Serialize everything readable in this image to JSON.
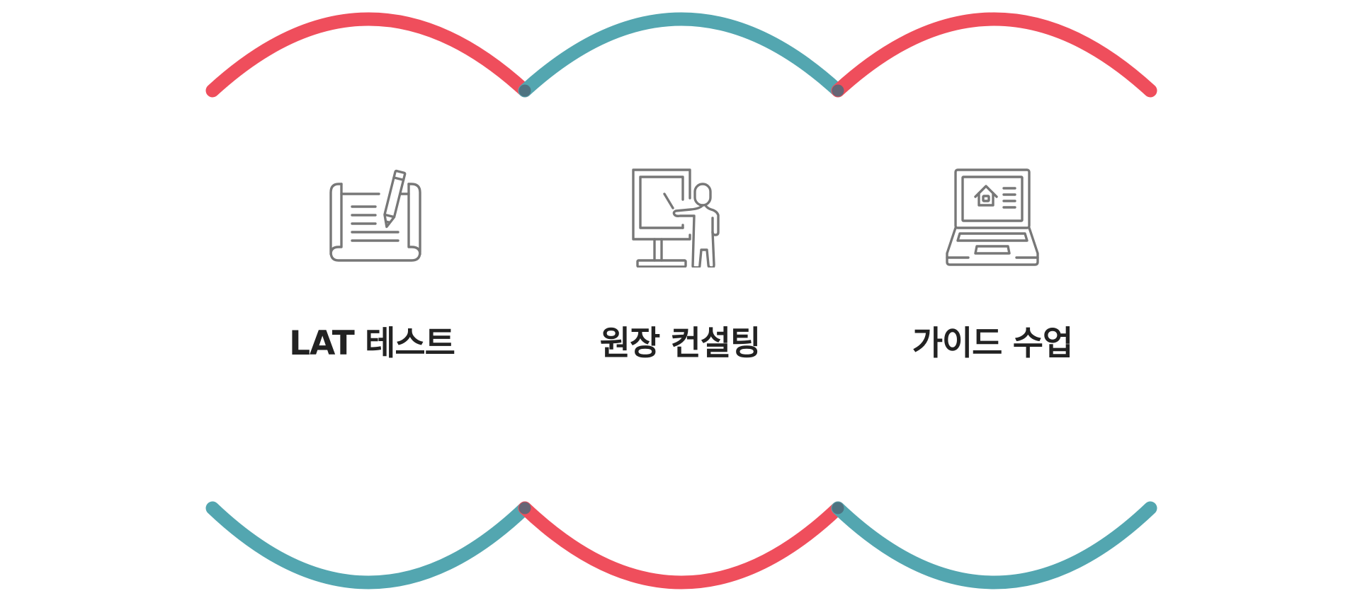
{
  "colors": {
    "red": "#ef4e5c",
    "teal": "#53a6b0",
    "overlap": "#4e6a79",
    "icon_stroke": "#777777",
    "text": "#222222"
  },
  "arcs": {
    "top": [
      "red",
      "teal",
      "red"
    ],
    "bottom": [
      "teal",
      "red",
      "teal"
    ]
  },
  "items": [
    {
      "title": "LAT 테스트",
      "icon": "blueprint-pencil-icon"
    },
    {
      "title": "원장 컨설팅",
      "icon": "presenter-board-icon"
    },
    {
      "title": "가이드 수업",
      "icon": "laptop-home-icon"
    }
  ]
}
